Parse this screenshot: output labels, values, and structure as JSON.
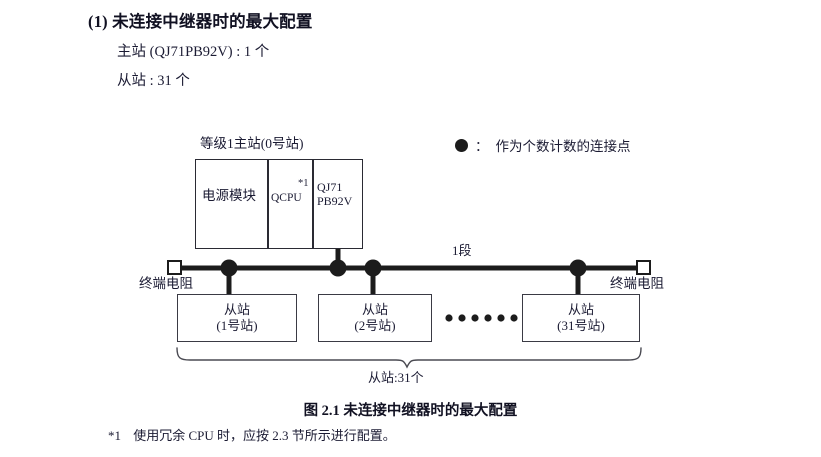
{
  "section": {
    "number": "(1)",
    "title": "未连接中继器时的最大配置",
    "specs": [
      "主站 (QJ71PB92V) : 1 个",
      "从站 : 31 个"
    ]
  },
  "legend": {
    "symbol": "filled-circle",
    "separator": "：",
    "text": "作为个数计数的连接点"
  },
  "diagram": {
    "master_group_label": "等级1主站(0号站)",
    "segment_label": "1段",
    "terminator_left_label": "终端电阻",
    "terminator_right_label": "终端电阻",
    "brace_label": "从站:31个",
    "ellipsis": "● ● ● ● ● ●",
    "rack": {
      "power_module": "电源模块",
      "cpu": "QCPU",
      "cpu_footnote_mark": "*1",
      "network_module_line1": "QJ71",
      "network_module_line2": "PB92V"
    },
    "slaves": [
      {
        "name": "从站",
        "station": "(1号站)"
      },
      {
        "name": "从站",
        "station": "(2号站)"
      },
      {
        "name": "从站",
        "station": "(31号站)"
      }
    ]
  },
  "figure": {
    "caption": "图 2.1  未连接中继器时的最大配置"
  },
  "footnote": {
    "mark": "*1",
    "text": "使用冗余 CPU 时，应按 2.3 节所示进行配置。"
  },
  "colors": {
    "ink": "#1b1b33",
    "line": "#1c1c1c",
    "box_border": "#2a2a33",
    "page_bg": "#ffffff"
  }
}
